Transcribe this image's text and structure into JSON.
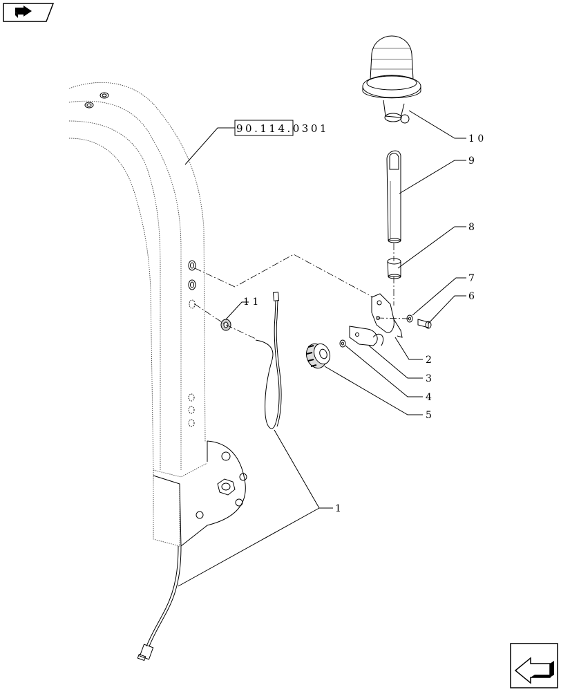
{
  "toolbar": {
    "prev_button_icon": "back-arrow-icon",
    "next_button_icon": "forward-arrow-icon"
  },
  "reference": {
    "label": "90.114.0301"
  },
  "callouts": [
    {
      "id": "c1",
      "label": "1"
    },
    {
      "id": "c2",
      "label": "2"
    },
    {
      "id": "c3",
      "label": "3"
    },
    {
      "id": "c4",
      "label": "4"
    },
    {
      "id": "c5",
      "label": "5"
    },
    {
      "id": "c6",
      "label": "6"
    },
    {
      "id": "c7",
      "label": "7"
    },
    {
      "id": "c8",
      "label": "8"
    },
    {
      "id": "c9",
      "label": "9"
    },
    {
      "id": "c10",
      "label": "1 0"
    },
    {
      "id": "c11",
      "label": "1 1"
    }
  ],
  "colors": {
    "line": "#000000",
    "dotted": "#555555",
    "background": "#ffffff"
  }
}
